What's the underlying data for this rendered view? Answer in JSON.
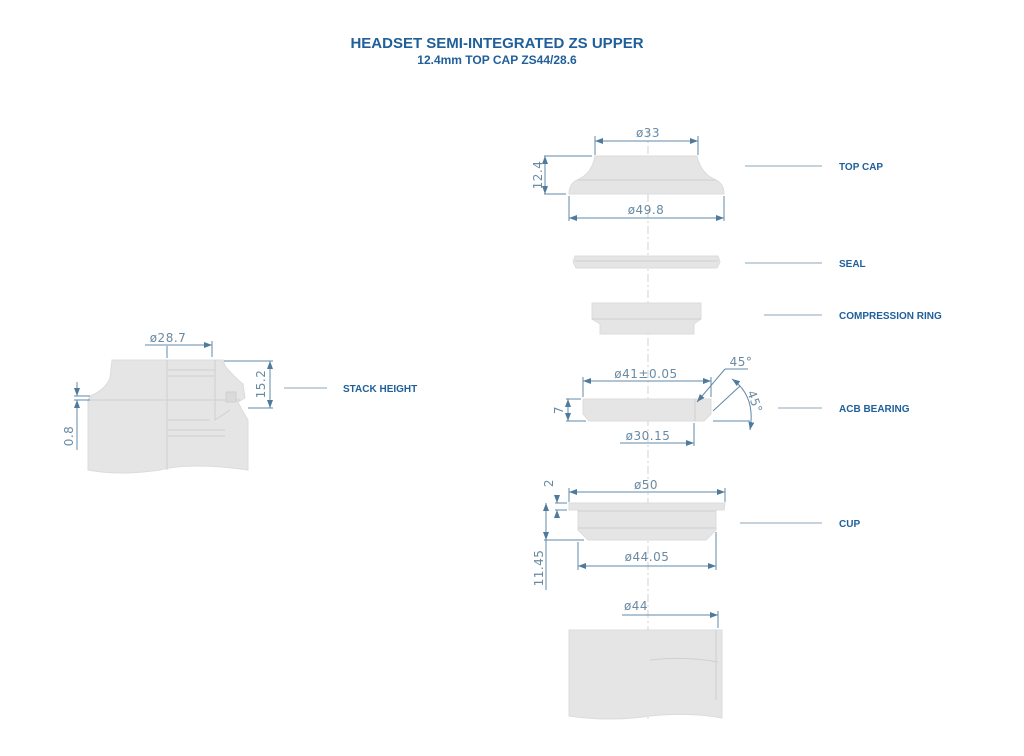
{
  "title": "HEADSET SEMI-INTEGRATED ZS UPPER",
  "subtitle": "12.4mm TOP CAP ZS44/28.6",
  "labels": {
    "top_cap": "TOP CAP",
    "seal": "SEAL",
    "compression_ring": "COMPRESSION RING",
    "acb_bearing": "ACB BEARING",
    "cup": "CUP",
    "stack_height": "STACK HEIGHT"
  },
  "dimensions": {
    "top_cap_top_dia": "ø33",
    "top_cap_height": "12.4",
    "top_cap_bottom_dia": "ø49.8",
    "bearing_outer_dia": "ø41±0.05",
    "bearing_height": "7",
    "bearing_inner_dia": "ø30.15",
    "bearing_angle_top": "45°",
    "bearing_angle_side": "45°",
    "cup_flange_dia": "ø50",
    "cup_flange_height": "2",
    "cup_height": "11.45",
    "cup_body_dia": "ø44.05",
    "frame_dia": "ø44",
    "stack_dia": "ø28.7",
    "stack_height": "15.2",
    "stack_gap": "0.8"
  }
}
